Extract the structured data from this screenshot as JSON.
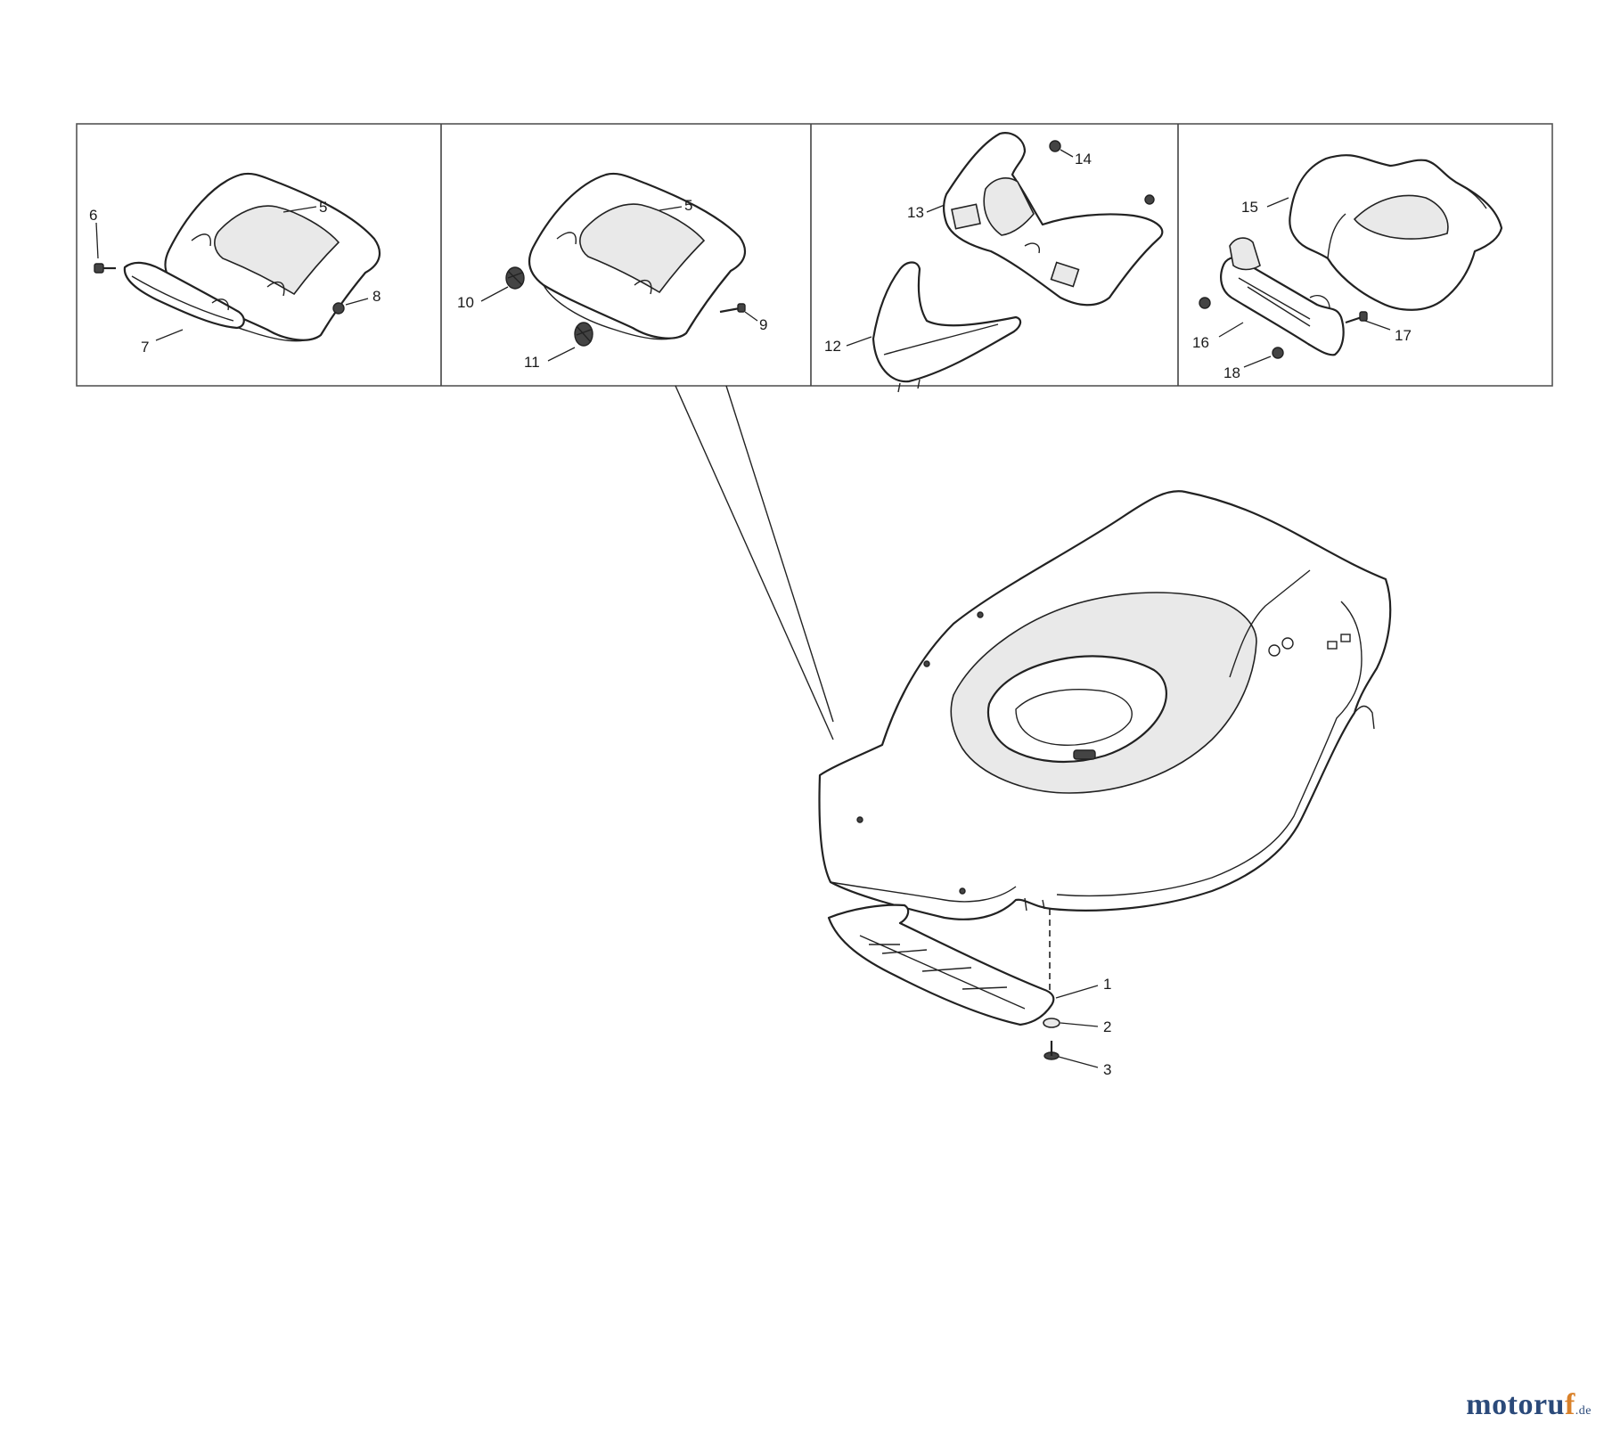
{
  "diagram": {
    "labels": {
      "p1": "1",
      "p2": "2",
      "p3": "3",
      "p5a": "5",
      "p5b": "5",
      "p6": "6",
      "p7": "7",
      "p8": "8",
      "p9": "9",
      "p10": "10",
      "p11": "11",
      "p12": "12",
      "p13": "13",
      "p14": "14",
      "p15": "15",
      "p16": "16",
      "p17": "17",
      "p18": "18"
    }
  },
  "watermark": {
    "main": "motoru",
    "accent": "f",
    "tld": ".de"
  }
}
